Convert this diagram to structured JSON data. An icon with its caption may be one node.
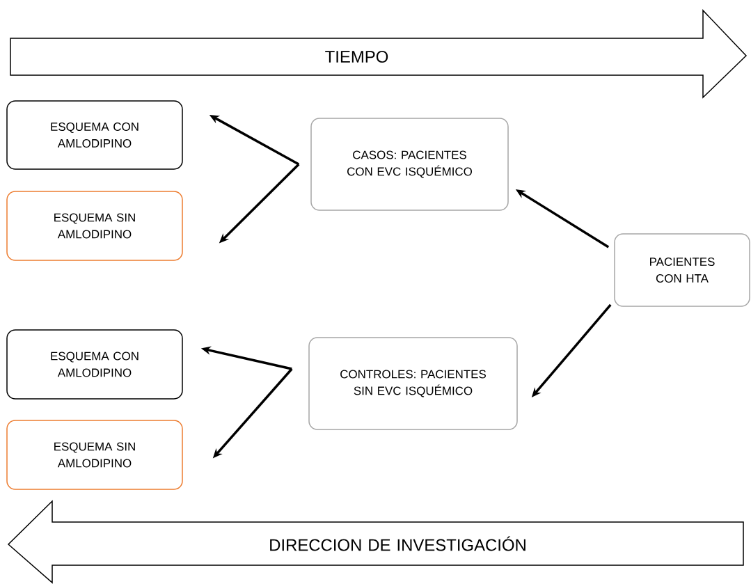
{
  "diagram": {
    "nodes": [
      {
        "text": [
          "TIEMPO"
        ]
      },
      {
        "text": [
          "ESQUEMA CON AMLODIPINO"
        ]
      },
      {
        "text": [
          "ESQUEMA SIN AMLODIPINO"
        ]
      },
      {
        "text": [
          "CASOS: PACIENTES CON EVC ISQUÉMICO"
        ]
      },
      {
        "text": [
          "PACIENTES CON HTA"
        ]
      },
      {
        "text": [
          "ESQUEMA CON AMLODIPINO"
        ]
      },
      {
        "text": [
          "ESQUEMA SIN AMLODIPINO"
        ]
      },
      {
        "text": [
          "CONTROLES: PACIENTES SIN EVC ISQUÉMICO"
        ]
      },
      {
        "text": [
          "DIRECCION DE INVESTIGACIÓN"
        ]
      }
    ],
    "edges": [
      {
        "from": 3,
        "to": 1,
        "arrow": "to"
      },
      {
        "from": 3,
        "to": 2,
        "arrow": "to"
      },
      {
        "from": 4,
        "to": 3,
        "arrow": "to"
      },
      {
        "from": 4,
        "to": 7,
        "arrow": "to"
      },
      {
        "from": 7,
        "to": 5,
        "arrow": "to"
      },
      {
        "from": 7,
        "to": 6,
        "arrow": "to"
      }
    ]
  }
}
